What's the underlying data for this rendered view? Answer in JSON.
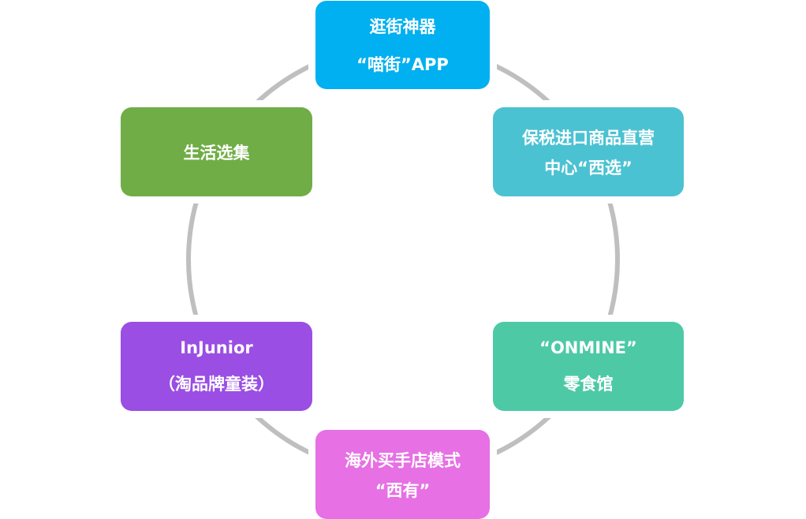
{
  "colors": {
    "ring": "#BFBFBF"
  },
  "nodes": [
    {
      "id": "miaojie",
      "line1": "逛街神器",
      "line2": "“喵街”APP",
      "color": "#00B0F0"
    },
    {
      "id": "xixuan",
      "line1": "保税进口商品直营",
      "line2": "中心“西选”",
      "color": "#4BC2D2"
    },
    {
      "id": "onmine",
      "line1": "“ONMINE”",
      "line2": "零食馆",
      "color": "#4DC9A6"
    },
    {
      "id": "xiyou",
      "line1": "海外买手店模式",
      "line2": "“西有”",
      "color": "#E670E4"
    },
    {
      "id": "injunior",
      "line1": "InJunior",
      "line2": "（淘品牌童装）",
      "color": "#9A4EE3"
    },
    {
      "id": "shenghuo",
      "line1": "生活选集",
      "color": "#70AD47"
    }
  ]
}
